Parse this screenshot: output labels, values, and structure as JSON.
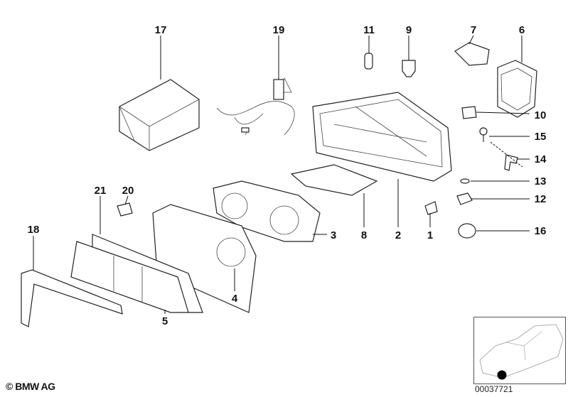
{
  "diagram": {
    "part_labels": [
      "1",
      "2",
      "3",
      "4",
      "5",
      "6",
      "7",
      "8",
      "9",
      "10",
      "11",
      "12",
      "13",
      "14",
      "15",
      "16",
      "17",
      "18",
      "19",
      "20",
      "21"
    ],
    "copyright": "© BMW AG",
    "image_code": "00037721"
  }
}
